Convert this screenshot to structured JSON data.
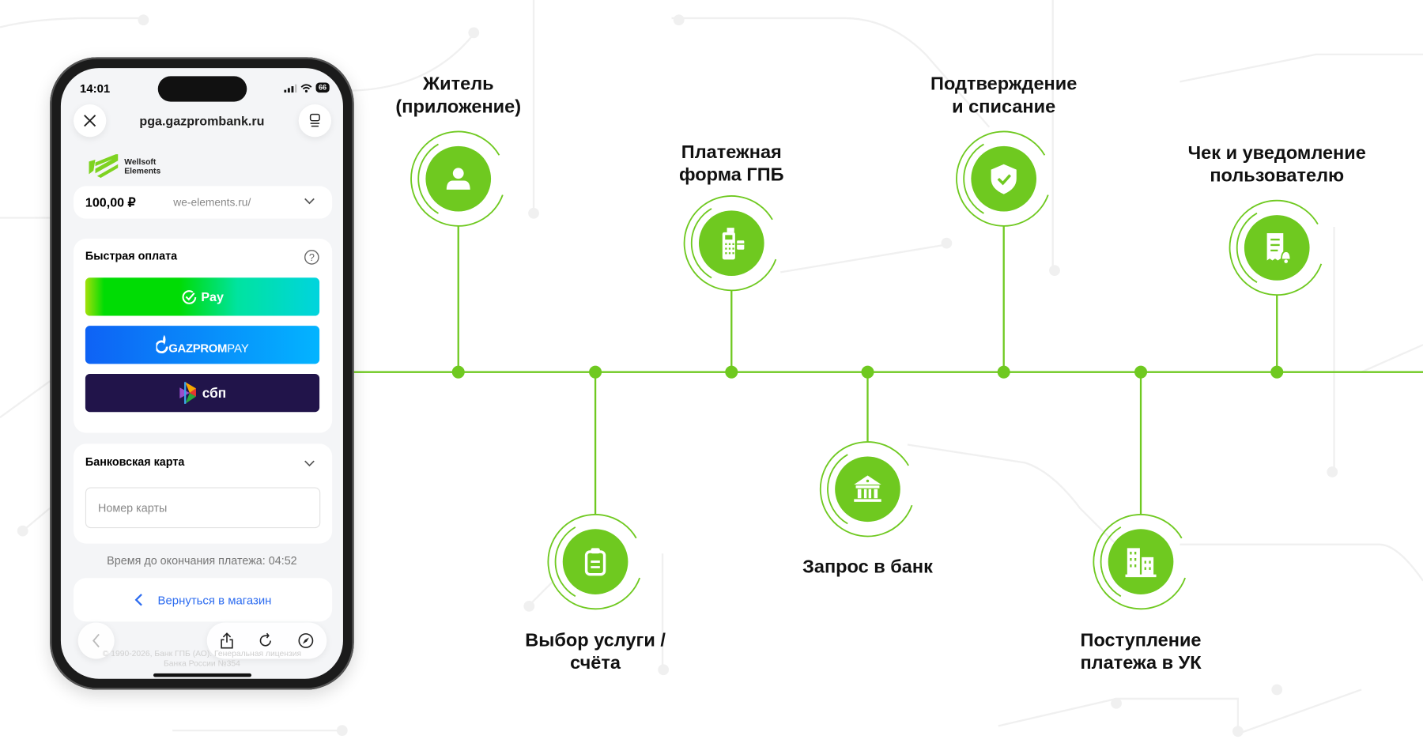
{
  "colors": {
    "accent": "#6fc920",
    "line": "#6fc920",
    "bg_lines": "#efefef"
  },
  "phone": {
    "status": {
      "time": "14:01",
      "battery": "66"
    },
    "browser": {
      "url": "pga.gazprombank.ru",
      "close_icon": "close-icon",
      "menu_icon": "tabs-icon"
    },
    "logo": {
      "line1": "Wellsoft",
      "line2": "Elements"
    },
    "order": {
      "amount": "100,00 ₽",
      "merchant": "we-elements.ru/"
    },
    "quick_pay": {
      "title": "Быстрая оплата",
      "sber_pay": "Pay",
      "gazprom_pay_a": "GAZPROM",
      "gazprom_pay_b": "PAY",
      "sbp": "сбп"
    },
    "bank_card": {
      "title": "Банковская карта",
      "placeholder": "Номер карты"
    },
    "timer": "Время до окончания платежа: 04:52",
    "back_to_store": "Вернуться в магазин",
    "footer": {
      "line1": "© 1990-2026, Банк ГПБ (АО). Генеральная лицензия",
      "line2": "Банка России №354"
    }
  },
  "steps": [
    {
      "label": "Житель\n(приложение)",
      "icon": "user-icon"
    },
    {
      "label": "Выбор услуги /\nсчёта",
      "icon": "clipboard-icon"
    },
    {
      "label": "Платежная\nформа ГПБ",
      "icon": "pos-terminal-icon"
    },
    {
      "label": "Запрос в банк",
      "icon": "bank-icon"
    },
    {
      "label": "Подтверждение\nи списание",
      "icon": "shield-check-icon"
    },
    {
      "label": "Поступление\nплатежа в УК",
      "icon": "building-icon"
    },
    {
      "label": "Чек и уведомление\nпользователю",
      "icon": "receipt-bell-icon"
    }
  ]
}
